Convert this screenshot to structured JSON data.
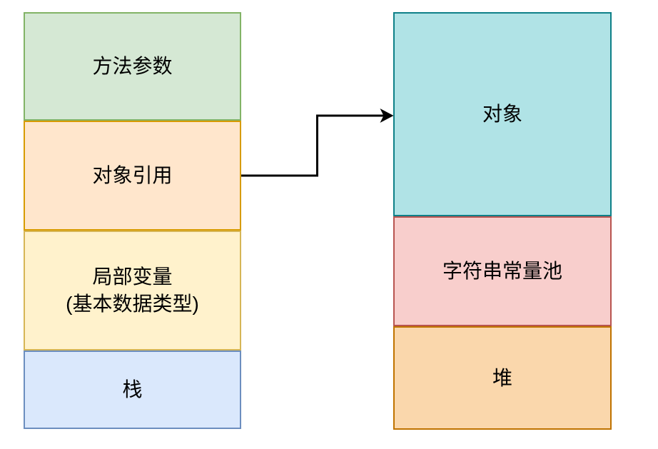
{
  "diagram": {
    "background_color": "#ffffff",
    "text_color": "#000000",
    "stack_column": {
      "boxes": [
        {
          "label": "方法参数",
          "fill": "#d5e8d4",
          "stroke": "#82b366"
        },
        {
          "label": "对象引用",
          "fill": "#ffe6cc",
          "stroke": "#d79b00"
        },
        {
          "label": "局部变量",
          "label_line2": "(基本数据类型)",
          "fill": "#fff2cc",
          "stroke": "#d6b656"
        },
        {
          "label": "栈",
          "fill": "#dae8fc",
          "stroke": "#6c8ebf"
        }
      ]
    },
    "heap_column": {
      "boxes": [
        {
          "label": "对象",
          "fill": "#b0e3e6",
          "stroke": "#0e8088"
        },
        {
          "label": "字符串常量池",
          "fill": "#f8cecc",
          "stroke": "#b85450"
        },
        {
          "label": "堆",
          "fill": "#fad7ac",
          "stroke": "#bf7300"
        }
      ]
    },
    "arrow": {
      "from": "对象引用",
      "to": "对象",
      "color": "#000000"
    }
  }
}
